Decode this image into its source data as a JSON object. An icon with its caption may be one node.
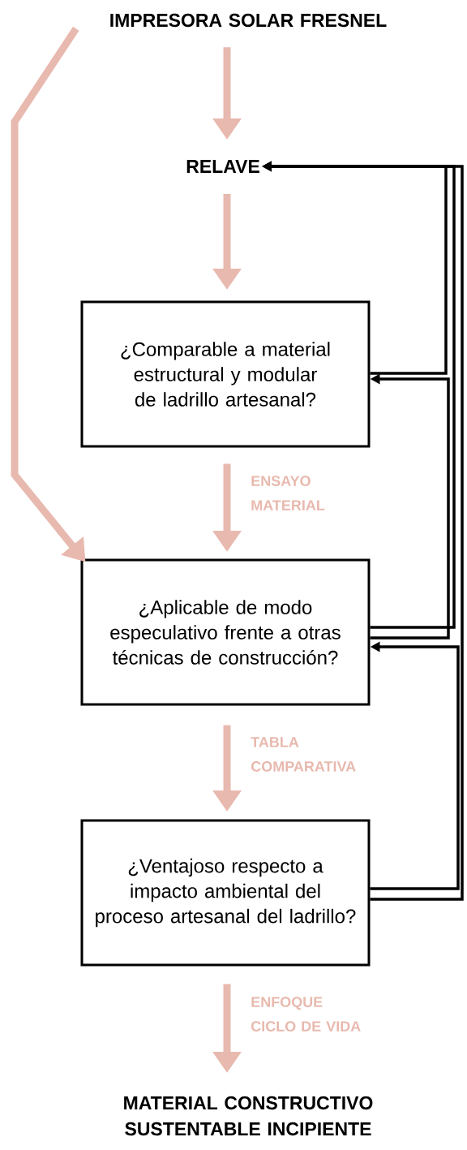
{
  "diagram": {
    "nodes": [
      {
        "text": [
          "IMPRESORA SOLAR FRESNEL"
        ]
      },
      {
        "text": [
          "RELAVE"
        ]
      },
      {
        "text": [
          "¿Comparable a material estructural y modular de ladrillo artesanal?"
        ]
      },
      {
        "text": [
          "¿Aplicable de modo especulativo frente a otras técnicas de construcción?"
        ]
      },
      {
        "text": [
          "¿Ventajoso respecto a impacto ambiental del proceso artesanal del ladrillo?"
        ]
      },
      {
        "text": [
          "MATERIAL CONSTRUCTIVO SUSTENTABLE INCIPIENTE"
        ]
      }
    ],
    "edges": [
      {
        "from": 0,
        "to": 1,
        "arrow": "to"
      },
      {
        "from": 0,
        "to": 3,
        "arrow": "to"
      },
      {
        "from": 1,
        "to": 2,
        "arrow": "to"
      },
      {
        "from": 2,
        "to": 3,
        "arrow": "to",
        "label": "ENSAYO MATERIAL"
      },
      {
        "from": 3,
        "to": 4,
        "arrow": "to",
        "label": "TABLA COMPARATIVA"
      },
      {
        "from": 4,
        "to": 5,
        "arrow": "to",
        "label": "ENFOQUE CICLO DE VIDA"
      },
      {
        "from": 2,
        "to": 1,
        "arrow": "to",
        "color": "#000000"
      },
      {
        "from": 3,
        "to": 1,
        "arrow": "to",
        "color": "#000000"
      },
      {
        "from": 3,
        "to": 2,
        "arrow": "to",
        "color": "#000000"
      },
      {
        "from": 4,
        "to": 1,
        "arrow": "to",
        "color": "#000000"
      },
      {
        "from": 4,
        "to": 3,
        "arrow": "to",
        "color": "#000000"
      }
    ]
  }
}
